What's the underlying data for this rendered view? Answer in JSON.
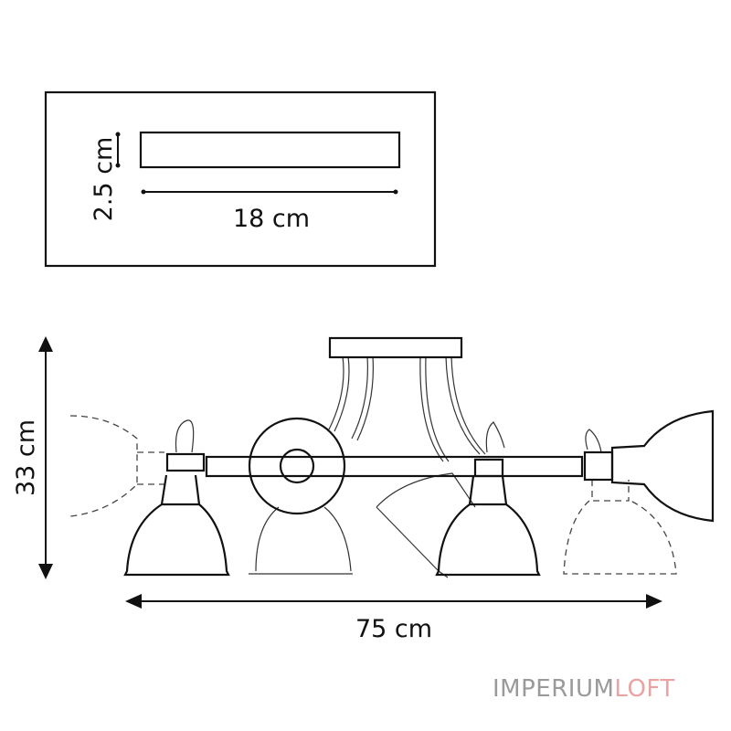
{
  "base_dimensions": {
    "height_label": "2.5 cm",
    "width_label": "18 cm"
  },
  "fixture_dimensions": {
    "height_label": "33 cm",
    "width_label": "75 cm"
  },
  "logo": {
    "part1": "IMPERIUM",
    "part2": "LOFT",
    "color1": "#9a9a9a",
    "color2": "#e9a3a3"
  }
}
